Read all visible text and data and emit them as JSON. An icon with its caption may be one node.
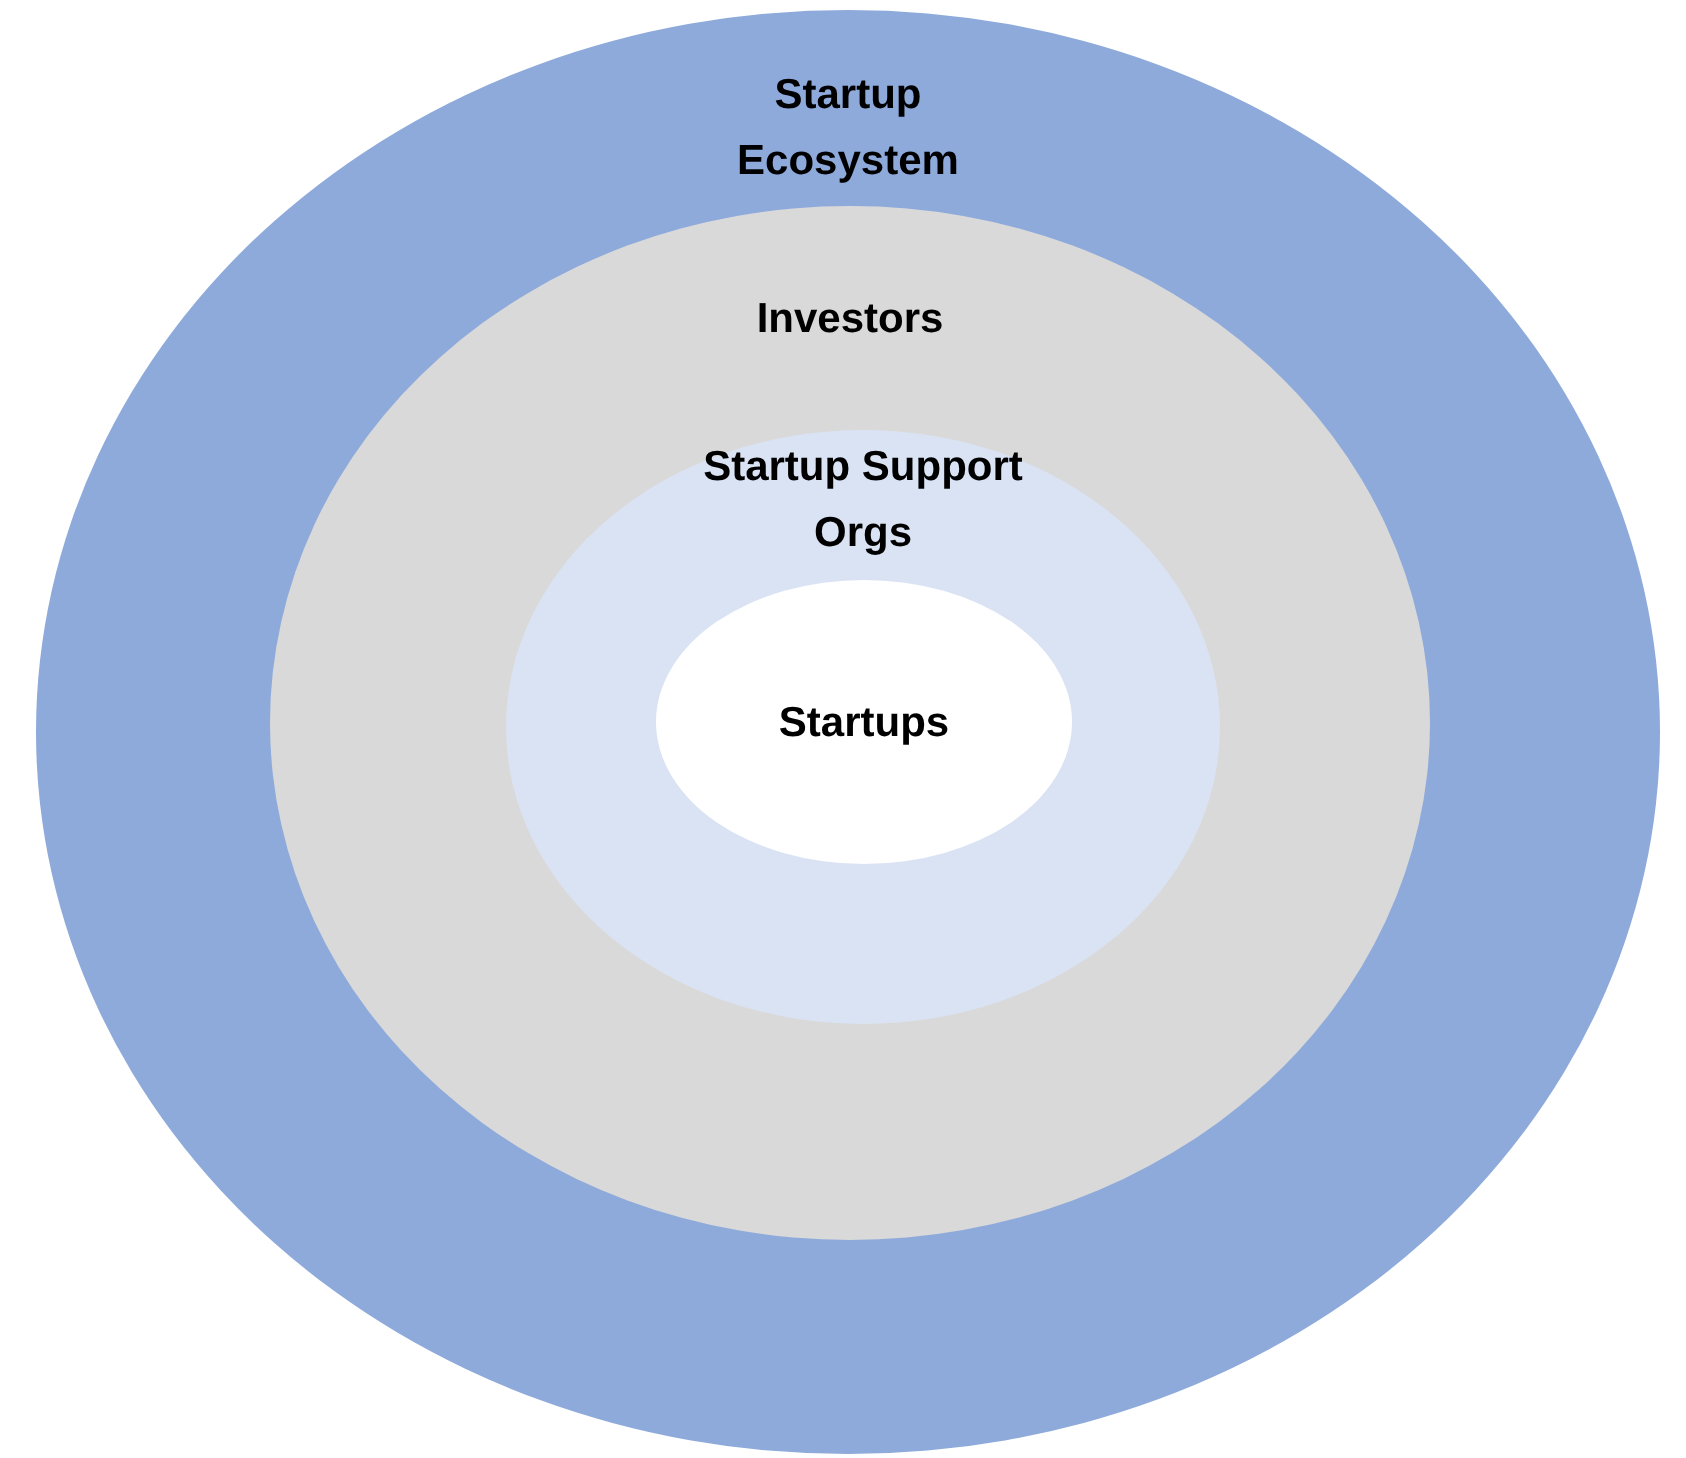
{
  "diagram": {
    "nodes": [
      {
        "text": [
          "Startup Ecosystem"
        ]
      },
      {
        "text": [
          "Investors"
        ],
        "in": 0
      },
      {
        "text": [
          "Startup Support Orgs"
        ],
        "in": 1
      },
      {
        "text": [
          "Startups"
        ],
        "in": 2
      }
    ]
  }
}
